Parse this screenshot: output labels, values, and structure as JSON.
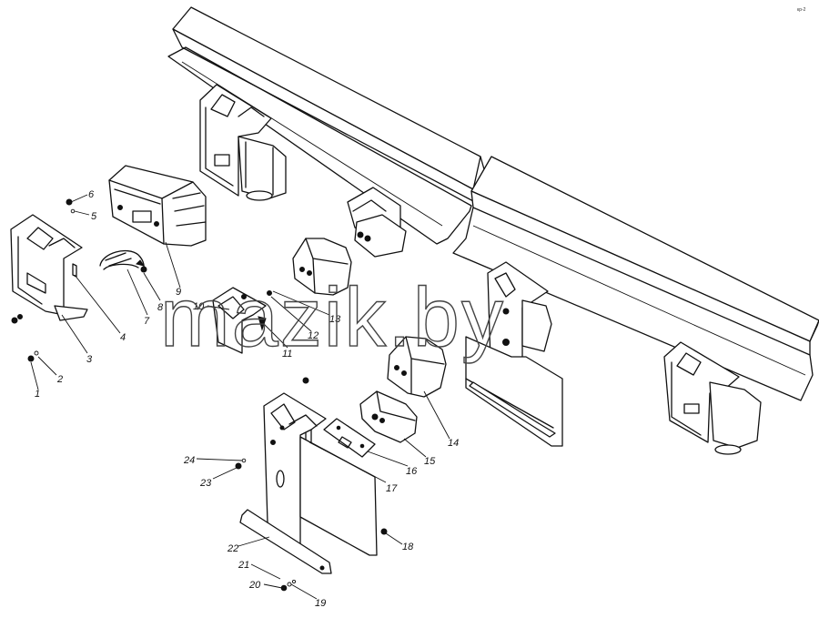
{
  "diagram": {
    "corner_note": "кр-2",
    "watermark": "mazik.by",
    "parts": [
      {
        "id": "1",
        "label": "1"
      },
      {
        "id": "2",
        "label": "2"
      },
      {
        "id": "3",
        "label": "3"
      },
      {
        "id": "4",
        "label": "4"
      },
      {
        "id": "5",
        "label": "5"
      },
      {
        "id": "6",
        "label": "6"
      },
      {
        "id": "7",
        "label": "7"
      },
      {
        "id": "8",
        "label": "8"
      },
      {
        "id": "9",
        "label": "9"
      },
      {
        "id": "10",
        "label": "10"
      },
      {
        "id": "11",
        "label": "11"
      },
      {
        "id": "12",
        "label": "12"
      },
      {
        "id": "13",
        "label": "13"
      },
      {
        "id": "14",
        "label": "14"
      },
      {
        "id": "15",
        "label": "15"
      },
      {
        "id": "16",
        "label": "16"
      },
      {
        "id": "17",
        "label": "17"
      },
      {
        "id": "18",
        "label": "18"
      },
      {
        "id": "19",
        "label": "19"
      },
      {
        "id": "20",
        "label": "20"
      },
      {
        "id": "21",
        "label": "21"
      },
      {
        "id": "22",
        "label": "22"
      },
      {
        "id": "23",
        "label": "23"
      },
      {
        "id": "24",
        "label": "24"
      }
    ]
  }
}
